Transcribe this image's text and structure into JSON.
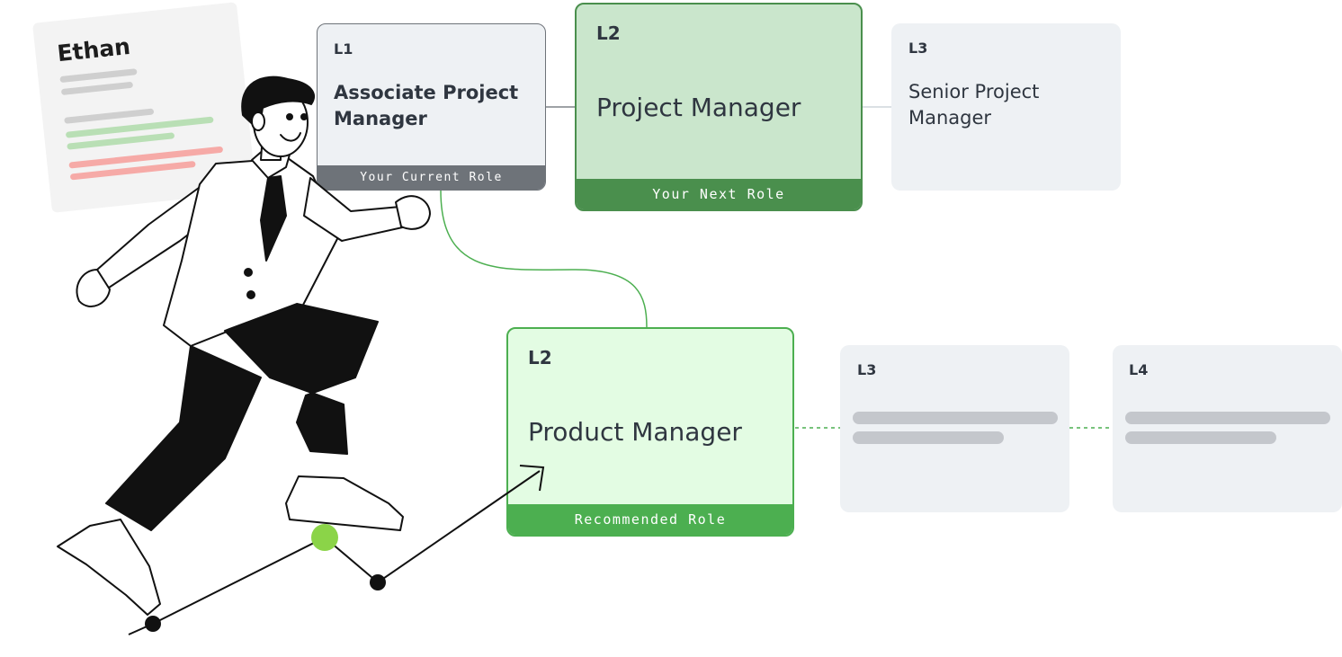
{
  "resume": {
    "name": "Ethan"
  },
  "roles": {
    "current": {
      "level": "L1",
      "title": "Associate Project Manager",
      "tag": "Your Current Role"
    },
    "next": {
      "level": "L2",
      "title": "Project Manager",
      "tag": "Your Next Role"
    },
    "senior": {
      "level": "L3",
      "title": "Senior Project Manager"
    },
    "recommended": {
      "level": "L2",
      "title": "Product Manager",
      "tag": "Recommended Role"
    },
    "future_l3": {
      "level": "L3"
    },
    "future_l4": {
      "level": "L4"
    }
  },
  "colors": {
    "card_grey": "#eef1f4",
    "current_border": "#6e7379",
    "next_fill": "#cae6cc",
    "next_accent": "#4a8f4d",
    "recommended_fill": "#e3fce3",
    "recommended_accent": "#4caf50",
    "trajectory_dot": "#8bd448"
  }
}
